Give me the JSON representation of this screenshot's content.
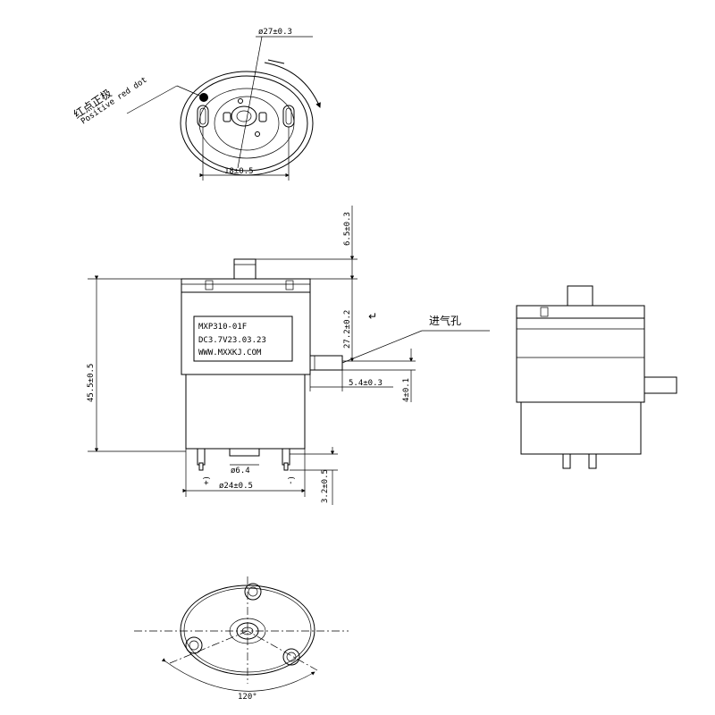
{
  "top_view": {
    "dia_outer": "ø27±0.3",
    "dia_pins": "18±0.5",
    "red_dot_cn": "红点正极",
    "red_dot_en": "Positive red dot"
  },
  "front_view": {
    "label_line1": "MXP310-01F",
    "label_line2": "DC3.7V23.03.23",
    "label_line3": "WWW.MXXKJ.COM",
    "height_total": "45.5±0.5",
    "height_top": "6.5±0.3",
    "height_mid": "27.2±0.2",
    "height_port": "4±0.1",
    "port_len": "5.4±0.3",
    "dia_shaft": "ø6.4",
    "dia_body": "ø24±0.5",
    "pin_len": "3.2±0.5",
    "plus": "(+",
    "minus": "(-",
    "inlet_cn": "进气孔",
    "return_mark": "↵"
  },
  "bottom_view": {
    "angle": "120°"
  }
}
